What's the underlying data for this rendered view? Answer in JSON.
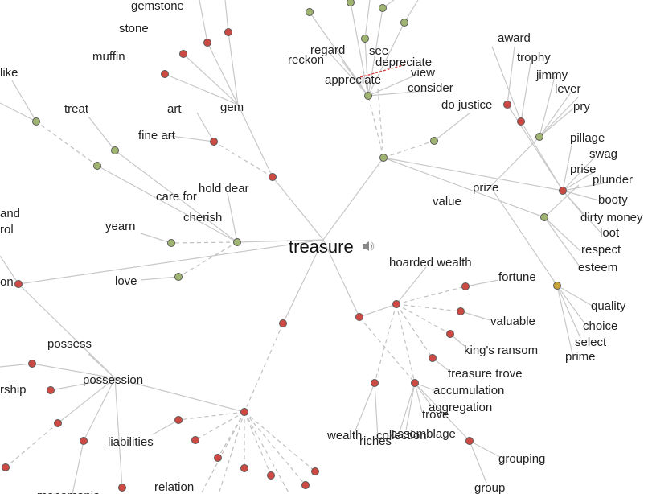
{
  "center": {
    "label": "treasure"
  },
  "colors": {
    "noun": "#cd4a44",
    "verb": "#9fb470",
    "adjective": "#c9a23a",
    "edge": "#c8c8c8",
    "antonym": "#d23b3b"
  },
  "icons": {
    "speaker": "speaker-icon"
  },
  "words": [
    "gemstone",
    "stone",
    "muffin",
    "like",
    "gem",
    "art",
    "treat",
    "fine art",
    "hold dear",
    "care for",
    "cherish",
    "yearn",
    "love",
    "and",
    "rol",
    "on",
    "regard",
    "reckon",
    "see",
    "depreciate",
    "appreciate",
    "view",
    "consider",
    "do justice",
    "award",
    "trophy",
    "jimmy",
    "lever",
    "pry",
    "pillage",
    "swag",
    "prise",
    "plunder",
    "prize",
    "booty",
    "value",
    "dirty money",
    "loot",
    "respect",
    "esteem",
    "hoarded wealth",
    "fortune",
    "valuable",
    "king's ransom",
    "quality",
    "choice",
    "select",
    "prime",
    "treasure trove",
    "accumulation",
    "aggregation",
    "trove",
    "wealth",
    "riches",
    "collection",
    "assemblage",
    "grouping",
    "group",
    "possess",
    "possession",
    "rship",
    "liabilities",
    "relation",
    "monomania"
  ]
}
